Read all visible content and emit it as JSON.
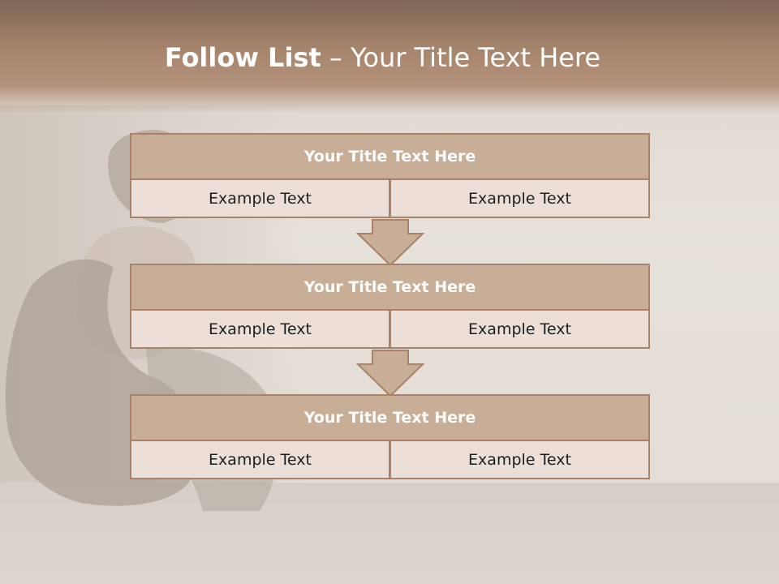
{
  "slide": {
    "title_bold": "Follow List",
    "title_rest": " – Your Title Text Here"
  },
  "blocks": [
    {
      "title": "Your Title Text Here",
      "cells": [
        "Example Text",
        "Example Text"
      ]
    },
    {
      "title": "Your Title Text Here",
      "cells": [
        "Example Text",
        "Example Text"
      ]
    },
    {
      "title": "Your Title Text Here",
      "cells": [
        "Example Text",
        "Example Text"
      ]
    }
  ],
  "colors": {
    "header": "#a8866e",
    "title_fill": "#c8ae97",
    "cell_fill": "#ecdfd8",
    "border": "#a8826a",
    "arrow_fill": "#c8ae97"
  },
  "icons": [
    "down-arrow-icon"
  ]
}
